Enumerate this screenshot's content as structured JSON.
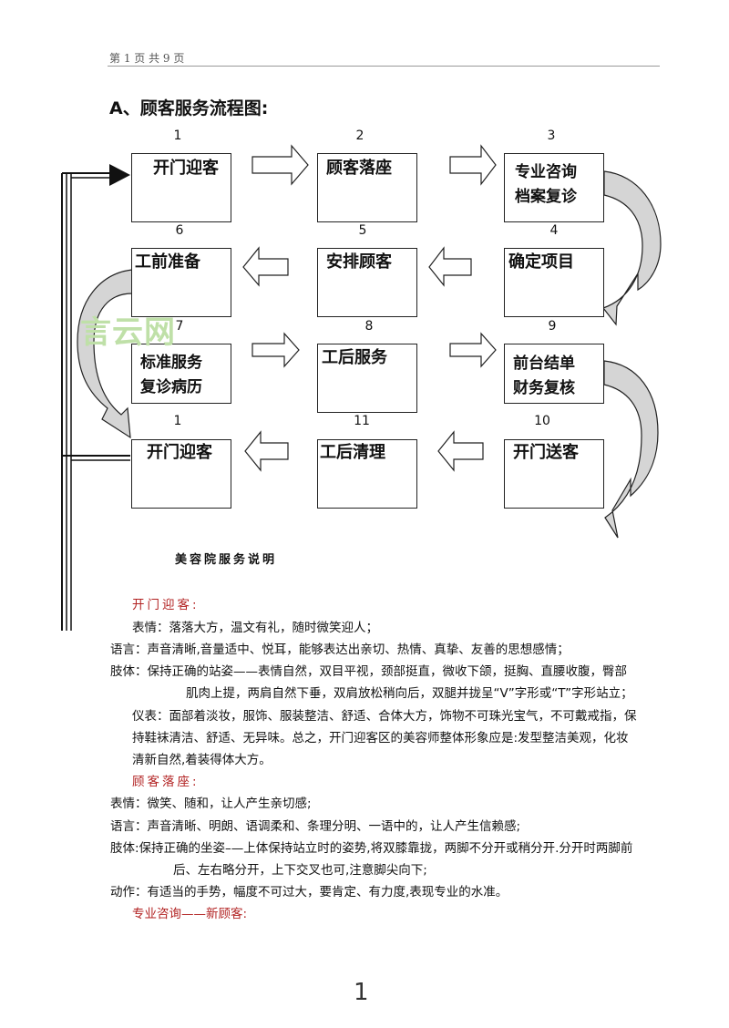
{
  "header": {
    "page_info": "第 1 页 共 9 页"
  },
  "section_title": "A、顾客服务流程图:",
  "steps": [
    {
      "num": "1",
      "label": "开门迎客"
    },
    {
      "num": "2",
      "label": "顾客落座"
    },
    {
      "num": "3",
      "line1": "专业咨询",
      "line2": "档案复诊"
    },
    {
      "num": "4",
      "label": "确定项目"
    },
    {
      "num": "5",
      "label": "安排顾客"
    },
    {
      "num": "6",
      "label": "工前准备"
    },
    {
      "num": "7",
      "line1": "标准服务",
      "line2": "复诊病历"
    },
    {
      "num": "8",
      "label": "工后服务"
    },
    {
      "num": "9",
      "line1": "前台结单",
      "line2": "财务复核"
    },
    {
      "num": "10",
      "label": "开门送客"
    },
    {
      "num": "11",
      "label": "工后清理"
    },
    {
      "num": "1",
      "label": "开门迎客"
    }
  ],
  "watermark": "言云网",
  "caption": "美容院服务说明",
  "text": {
    "h1": "开门迎客:",
    "l1": "表情：落落大方，温文有礼，随时微笑迎人；",
    "l2": "语言：声音清晰,音量适中、悦耳，能够表达出亲切、热情、真挚、友善的思想感情；",
    "l3": "肢体：保持正确的站姿——表情自然，双目平视，颈部挺直，微收下颌，挺胸、直腰收腹，臀部",
    "l4": "肌肉上提，两肩自然下垂，双肩放松稍向后，双腿并拢呈“V”字形或“T”字形站立；",
    "l5": "仪表：面部着淡妆，服饰、服装整洁、舒适、合体大方，饰物不可珠光宝气，不可戴戒指，保",
    "l6": "持鞋袜清洁、舒适、无异味。总之，开门迎客区的美容师整体形象应是:发型整洁美观，化妆",
    "l7": "清新自然,着装得体大方。",
    "h2": "顾客落座:",
    "l8": "表情：微笑、随和，让人产生亲切感;",
    "l9": "语言：声音清晰、明朗、语调柔和、条理分明、一语中的，让人产生信赖感;",
    "l10": "肢体:保持正确的坐姿–—上体保持站立时的姿势,将双膝靠拢，两脚不分开或稍分开.分开时两脚前",
    "l11": "后、左右略分开，上下交叉也可,注意脚尖向下;",
    "l12": "动作：有适当的手势，幅度不可过大，要肯定、有力度,表现专业的水准。",
    "h3": "专业咨询——新顾客:"
  },
  "page_number": "1"
}
